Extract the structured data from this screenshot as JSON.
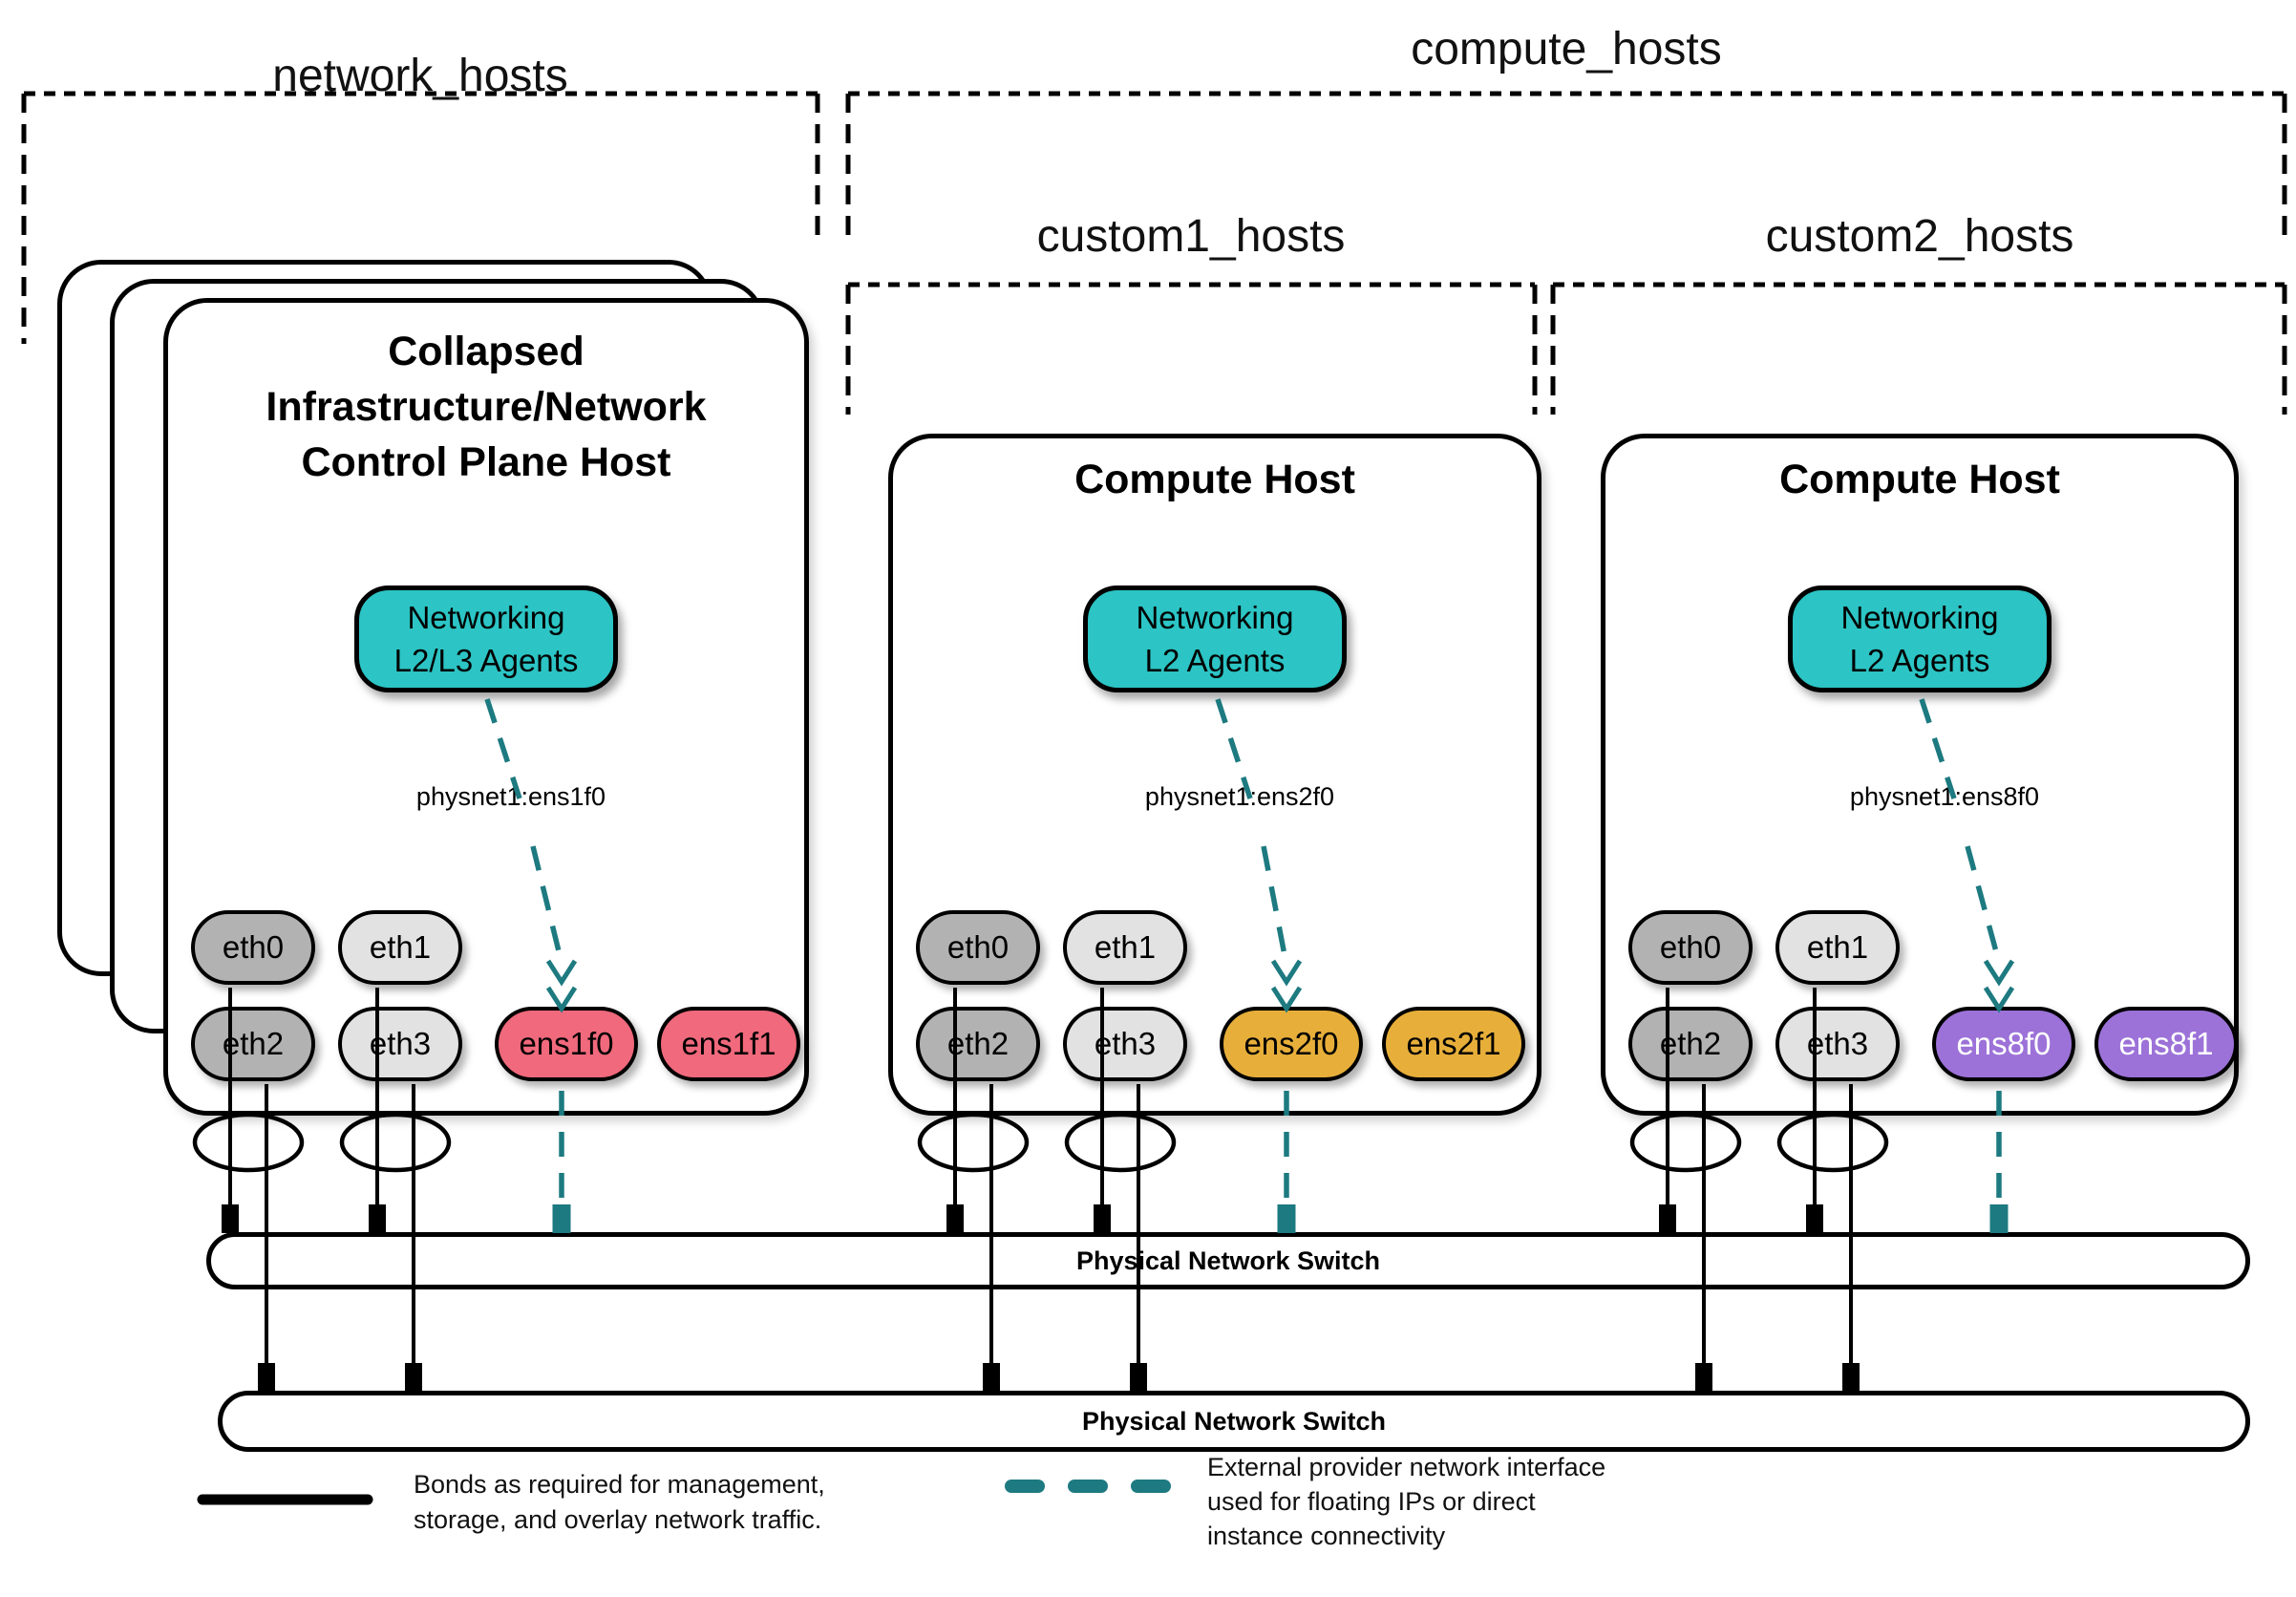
{
  "groups": {
    "network": {
      "label": "network_hosts"
    },
    "compute": {
      "label": "compute_hosts"
    },
    "custom1": {
      "label": "custom1_hosts"
    },
    "custom2": {
      "label": "custom2_hosts"
    }
  },
  "hosts": [
    {
      "title_lines": [
        "Collapsed",
        "Infrastructure/Network",
        "Control Plane Host"
      ],
      "agent_lines": [
        "Networking",
        "L2/L3 Agents"
      ],
      "physnet": "physnet1:ens1f0",
      "nics": [
        {
          "label": "eth0"
        },
        {
          "label": "eth1"
        },
        {
          "label": "eth2"
        },
        {
          "label": "eth3"
        },
        {
          "label": "ens1f0"
        },
        {
          "label": "ens1f1"
        }
      ]
    },
    {
      "title_lines": [
        "Compute Host"
      ],
      "agent_lines": [
        "Networking",
        "L2 Agents"
      ],
      "physnet": "physnet1:ens2f0",
      "nics": [
        {
          "label": "eth0"
        },
        {
          "label": "eth1"
        },
        {
          "label": "eth2"
        },
        {
          "label": "eth3"
        },
        {
          "label": "ens2f0"
        },
        {
          "label": "ens2f1"
        }
      ]
    },
    {
      "title_lines": [
        "Compute Host"
      ],
      "agent_lines": [
        "Networking",
        "L2 Agents"
      ],
      "physnet": "physnet1:ens8f0",
      "nics": [
        {
          "label": "eth0"
        },
        {
          "label": "eth1"
        },
        {
          "label": "eth2"
        },
        {
          "label": "eth3"
        },
        {
          "label": "ens8f0"
        },
        {
          "label": "ens8f1"
        }
      ]
    }
  ],
  "switches": [
    {
      "label": "Physical Network Switch"
    },
    {
      "label": "Physical Network Switch"
    }
  ],
  "legend": {
    "bond_lines": [
      "Bonds as required for management,",
      "storage, and overlay network traffic."
    ],
    "external_lines": [
      "External provider network interface",
      "used for floating IPs or direct",
      "instance connectivity"
    ]
  },
  "colors": {
    "agent_fill": "#2cc4c4",
    "provider_line": "#1d7a80",
    "nic_dark": "#b2b2b2",
    "nic_light": "#e2e2e2",
    "nic_red": "#f0697c",
    "nic_amber": "#e7af3a",
    "nic_purple": "#9c72d8"
  }
}
